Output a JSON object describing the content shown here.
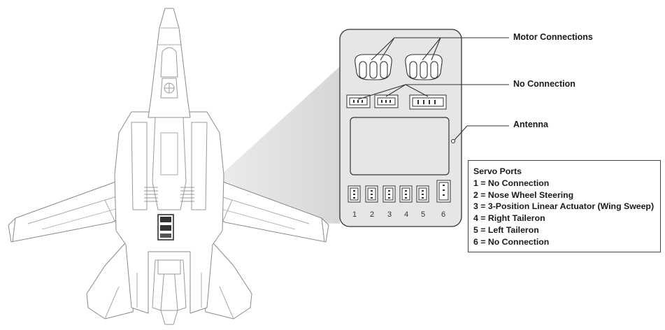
{
  "callouts": {
    "motor": "Motor Connections",
    "no_connection": "No Connection",
    "antenna": "Antenna"
  },
  "legend": {
    "title": "Servo Ports",
    "items": [
      "1 = No Connection",
      "2 = Nose Wheel Steering",
      "3 = 3-Position Linear Actuator (Wing Sweep)",
      "4 = Right Taileron",
      "5 = Left Taileron",
      "6 = No Connection"
    ]
  },
  "ports": [
    "1",
    "2",
    "3",
    "4",
    "5",
    "6"
  ]
}
